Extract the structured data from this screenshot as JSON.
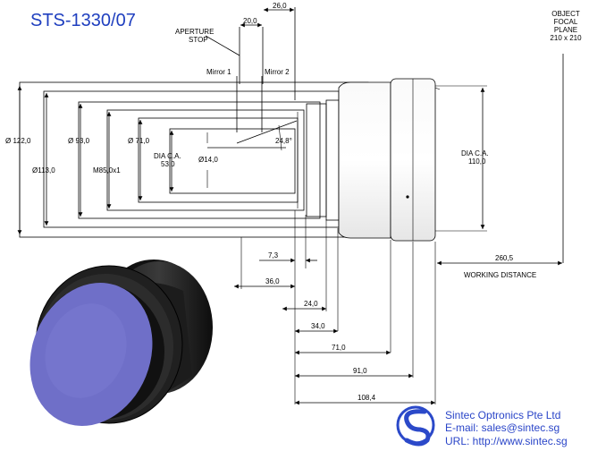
{
  "header": {
    "title": "STS-1330/07"
  },
  "labels": {
    "object_focal_plane": [
      "OBJECT",
      "FOCAL",
      "PLANE",
      "210 x 210"
    ],
    "aperture_stop": [
      "APERTURE",
      "STOP"
    ],
    "mirror1": "Mirror 1",
    "mirror2": "Mirror 2",
    "angle": "24,8°",
    "working_distance": "WORKING DISTANCE",
    "dia_ca_inner": [
      "DIA C.A.",
      "53,0"
    ],
    "dia_ca_outer": [
      "DIA C.A.",
      "110,0"
    ]
  },
  "dimensions": {
    "d122": "Ø 122,0",
    "d113": "Ø113,0",
    "d93": "Ø 93,0",
    "m85": "M85,0x1",
    "d71": "Ø 71,0",
    "d14": "Ø14,0",
    "top26": "26,0",
    "top20": "20,0",
    "h7_3": "7,3",
    "h36": "36,0",
    "h24": "24,0",
    "h34": "34,0",
    "h71": "71,0",
    "h91": "91,0",
    "h108_4": "108,4",
    "h260_5": "260,5"
  },
  "footer": {
    "company": "Sintec Optronics Pte Ltd",
    "email": "E-mail: sales@sintec.sg",
    "url": "URL: http://www.sintec.sg"
  },
  "colors": {
    "title": "#1f3fbf",
    "lens_glass": "#6f6fc8",
    "logo": "#2b49c9"
  }
}
